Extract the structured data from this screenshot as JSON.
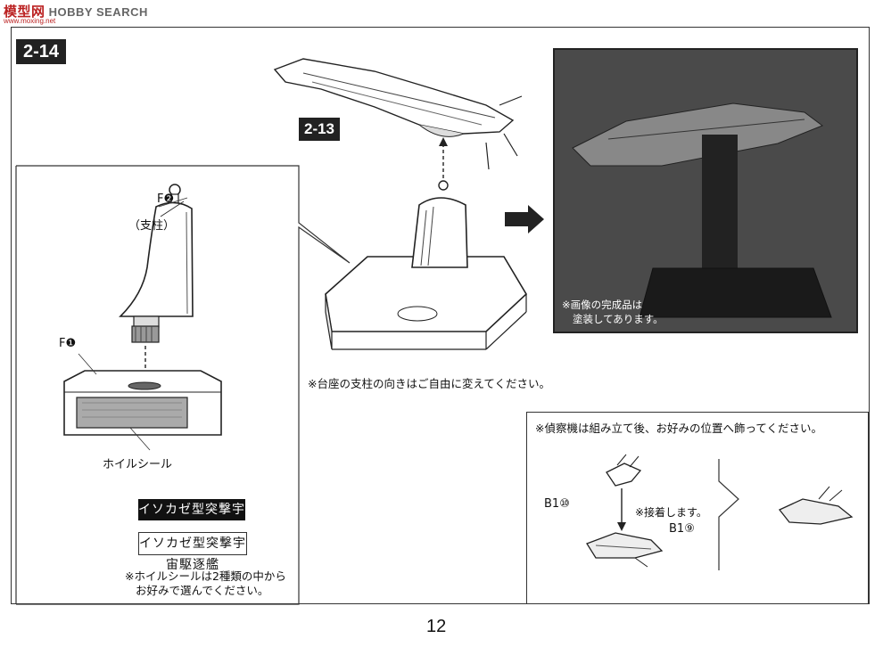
{
  "watermark": {
    "logo": "模型网",
    "site": "HOBBY SEARCH",
    "url": "www.moxing.net"
  },
  "steps": {
    "main": "2-14",
    "ref": "2-13"
  },
  "parts": {
    "f2_label": "F❷",
    "f2_name": "（支柱）",
    "f1_label": "F❶",
    "foil_sticker": "ホイルシール"
  },
  "notes": {
    "pillar_direction": "※台座の支柱の向きはご自由に変えてください。",
    "sticker_choice_line1": "※ホイルシールは2種類の中から",
    "sticker_choice_line2": "お好みで選んでください。",
    "photo_line1": "※画像の完成品は",
    "photo_line2": "塗装してあります。",
    "recon_placement": "※偵察機は組み立て後、お好みの位置へ飾ってください。",
    "glue": "※接着します。"
  },
  "labels": {
    "ship_name_dark": "イソカゼ型突撃宇宙駆逐艦",
    "ship_name_light": "イソカゼ型突撃宇宙駆逐艦"
  },
  "recon": {
    "b1_10": "B1⑩",
    "b1_9": "B1⑨"
  },
  "page_number": "12",
  "colors": {
    "badge": "#222222",
    "photo_bg": "#3a3a3a",
    "watermark_red": "#bb2222"
  }
}
